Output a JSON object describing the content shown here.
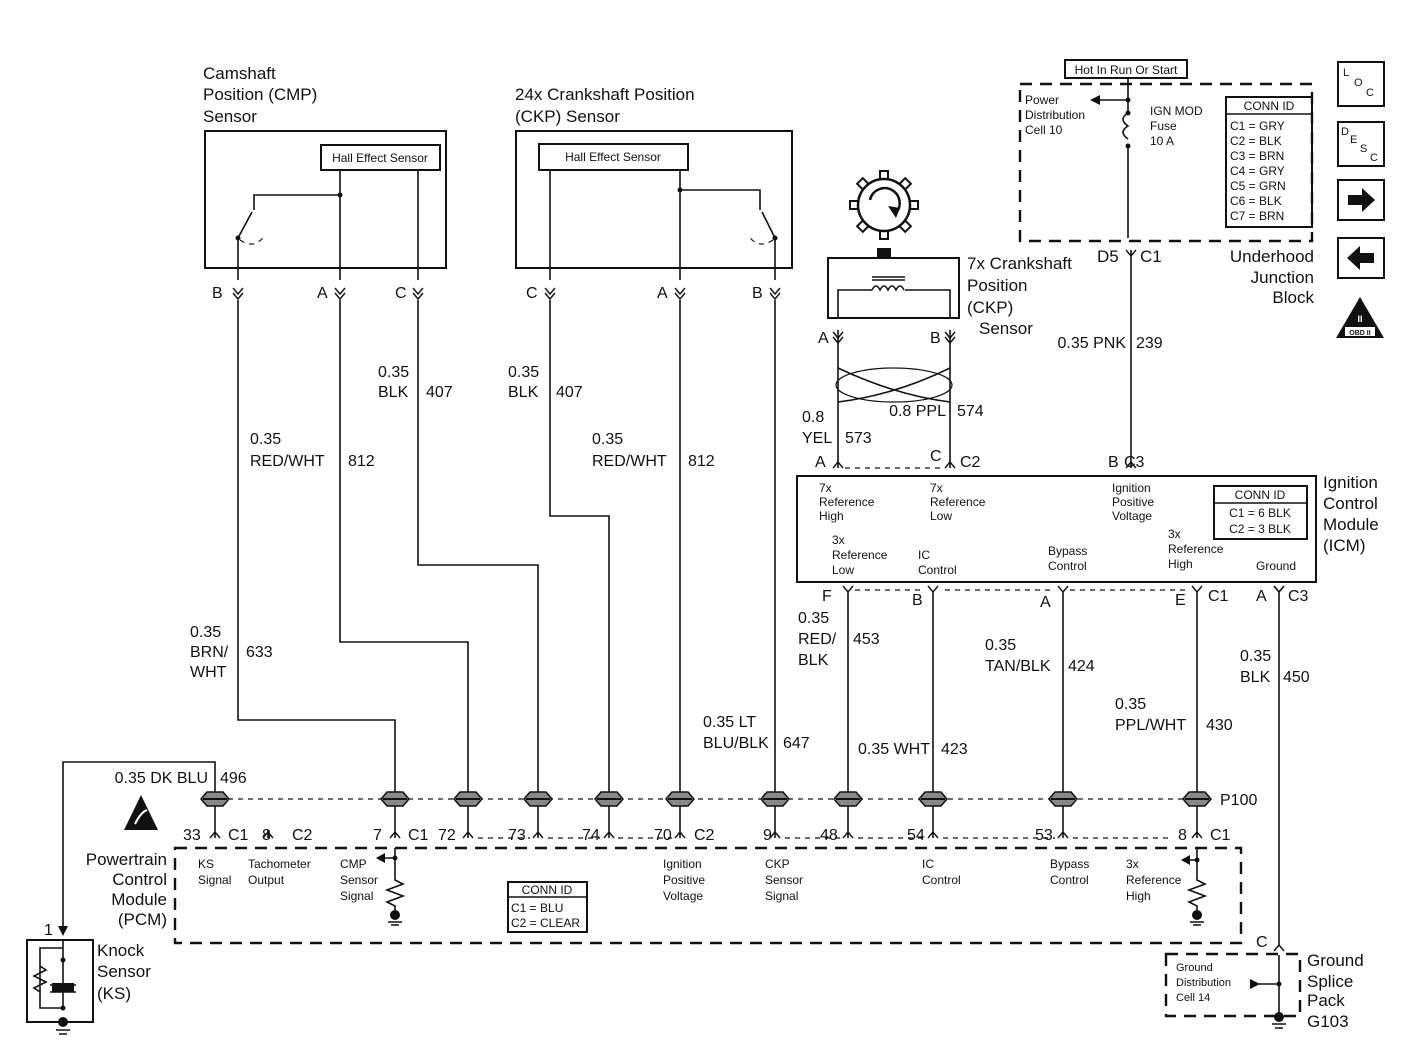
{
  "diagram": {
    "cmp_sensor": {
      "title": [
        "Camshaft",
        "Position (CMP)",
        "Sensor"
      ],
      "hall": "Hall Effect Sensor",
      "pins": [
        "B",
        "A",
        "C"
      ]
    },
    "ckp24_sensor": {
      "title": [
        "24x Crankshaft Position",
        "(CKP) Sensor"
      ],
      "hall": "Hall Effect Sensor",
      "pins": [
        "C",
        "A",
        "B"
      ]
    },
    "ckp7_sensor": {
      "title": [
        "7x Crankshaft",
        "Position",
        "(CKP)",
        "Sensor"
      ],
      "pins": [
        "A",
        "B"
      ]
    },
    "junction_block": {
      "header": "Hot In Run Or Start",
      "power_dist": [
        "Power",
        "Distribution",
        "Cell 10"
      ],
      "fuse": [
        "IGN MOD",
        "Fuse",
        "10 A"
      ],
      "conn_id_title": "CONN ID",
      "conn_ids": [
        "C1 = GRY",
        "C2 = BLK",
        "C3 = BRN",
        "C4 = GRY",
        "C5 = GRN",
        "C6 = BLK",
        "C7 = BRN"
      ],
      "pin": "D5",
      "connector": "C1",
      "title": [
        "Underhood",
        "Junction",
        "Block"
      ]
    },
    "icm": {
      "title": [
        "Ignition",
        "Control",
        "Module",
        "(ICM)"
      ],
      "top_pins": [
        {
          "pin": "A",
          "conn": ""
        },
        {
          "pin": "C",
          "conn": "C2"
        },
        {
          "pin": "B",
          "conn": "C3"
        }
      ],
      "functions_top": [
        [
          "7x",
          "Reference",
          "High"
        ],
        [
          "7x",
          "Reference",
          "Low"
        ],
        [
          "Ignition",
          "Positive",
          "Voltage"
        ]
      ],
      "functions_bottom": [
        [
          "3x",
          "Reference",
          "Low"
        ],
        [
          "IC",
          "Control"
        ],
        [
          "Bypass",
          "Control"
        ],
        [
          "3x",
          "Reference",
          "High"
        ],
        [
          "Ground"
        ]
      ],
      "conn_id_title": "CONN ID",
      "conn_ids": [
        "C1 = 6 BLK",
        "C2 = 3 BLK"
      ],
      "bottom_pins": [
        {
          "pin": "F",
          "conn": ""
        },
        {
          "pin": "B",
          "conn": ""
        },
        {
          "pin": "A",
          "conn": ""
        },
        {
          "pin": "E",
          "conn": "C1"
        },
        {
          "pin": "A",
          "conn": "C3"
        }
      ]
    },
    "pcm": {
      "title": [
        "Powertrain",
        "Control",
        "Module",
        "(PCM)"
      ],
      "pins": [
        "33",
        "C1",
        "8",
        "C2",
        "7",
        "C1",
        "72",
        "73",
        "74",
        "70",
        "C2",
        "9",
        "48",
        "54",
        "53",
        "8",
        "C1"
      ],
      "functions": [
        [
          "KS",
          "Signal"
        ],
        [
          "Tachometer",
          "Output"
        ],
        [
          "CMP",
          "Sensor",
          "Signal"
        ],
        [
          "Ignition",
          "Positive",
          "Voltage"
        ],
        [
          "CKP",
          "Sensor",
          "Signal"
        ],
        [
          "IC",
          "Control"
        ],
        [
          "Bypass",
          "Control"
        ],
        [
          "3x",
          "Reference",
          "High"
        ]
      ],
      "conn_id_title": "CONN ID",
      "conn_ids": [
        "C1 = BLU",
        "C2 = CLEAR"
      ]
    },
    "knock_sensor": {
      "title": [
        "Knock",
        "Sensor",
        "(KS)"
      ],
      "pin": "1"
    },
    "ground_splice": {
      "title": [
        "Ground",
        "Splice",
        "Pack",
        "G103"
      ],
      "dist": [
        "Ground",
        "Distribution",
        "Cell 14"
      ],
      "pin": "C"
    },
    "inline_connector": "P100",
    "wires": [
      {
        "lines": [
          "0.35",
          "BRN/",
          "WHT"
        ],
        "circuit": "633"
      },
      {
        "lines": [
          "0.35",
          "RED/WHT"
        ],
        "circuit": "812"
      },
      {
        "lines": [
          "0.35",
          "BLK"
        ],
        "circuit": "407"
      },
      {
        "lines": [
          "0.35",
          "BLK"
        ],
        "circuit": "407"
      },
      {
        "lines": [
          "0.35",
          "RED/WHT"
        ],
        "circuit": "812"
      },
      {
        "lines": [
          "0.35 LT",
          "BLU/BLK"
        ],
        "circuit": "647"
      },
      {
        "lines": [
          "0.8",
          "YEL"
        ],
        "circuit": "573"
      },
      {
        "lines": [
          "0.8 PPL"
        ],
        "circuit": "574"
      },
      {
        "lines": [
          "0.35 PNK"
        ],
        "circuit": "239"
      },
      {
        "lines": [
          "0.35",
          "RED/",
          "BLK"
        ],
        "circuit": "453"
      },
      {
        "lines": [
          "0.35 WHT"
        ],
        "circuit": "423"
      },
      {
        "lines": [
          "0.35",
          "TAN/BLK"
        ],
        "circuit": "424"
      },
      {
        "lines": [
          "0.35",
          "PPL/WHT"
        ],
        "circuit": "430"
      },
      {
        "lines": [
          "0.35",
          "BLK"
        ],
        "circuit": "450"
      },
      {
        "lines": [
          "0.35 DK BLU"
        ],
        "circuit": "496"
      }
    ]
  },
  "nav": {
    "loc": [
      "L",
      "O",
      "C"
    ],
    "desc": [
      "D",
      "E",
      "S",
      "C"
    ],
    "next_icon": "right-arrow-icon",
    "prev_icon": "left-arrow-icon",
    "obd": {
      "numeral": "II",
      "label": "OBD II"
    }
  }
}
